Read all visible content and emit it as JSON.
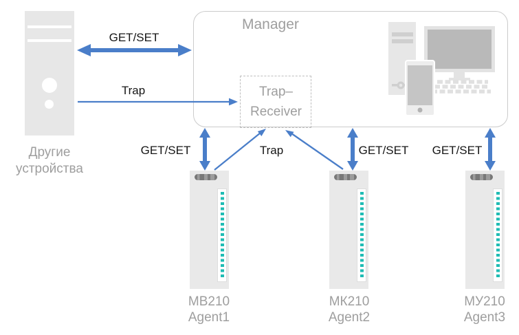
{
  "manager": {
    "label": "Manager"
  },
  "trap_receiver": {
    "lines": [
      "Trap–",
      "Receiver"
    ]
  },
  "other_devices": {
    "lines": [
      "Другие",
      "устройства"
    ]
  },
  "labels": {
    "getset_top": "GET/SET",
    "trap_top": "Trap",
    "getset_agent1": "GET/SET",
    "trap_mid": "Trap",
    "getset_agent2": "GET/SET",
    "getset_agent3": "GET/SET"
  },
  "devices": [
    {
      "model": "МВ210",
      "agent": "Agent1"
    },
    {
      "model": "МК210",
      "agent": "Agent2"
    },
    {
      "model": "МУ210",
      "agent": "Agent3"
    }
  ],
  "colors": {
    "arrow_blue": "#4a7ec9",
    "text_gray": "#9e9e9e",
    "text_dark": "#161616",
    "device_fill": "#e9e9e9",
    "led_teal": "#1fbcb4",
    "border_gray": "#cbcbcb"
  }
}
